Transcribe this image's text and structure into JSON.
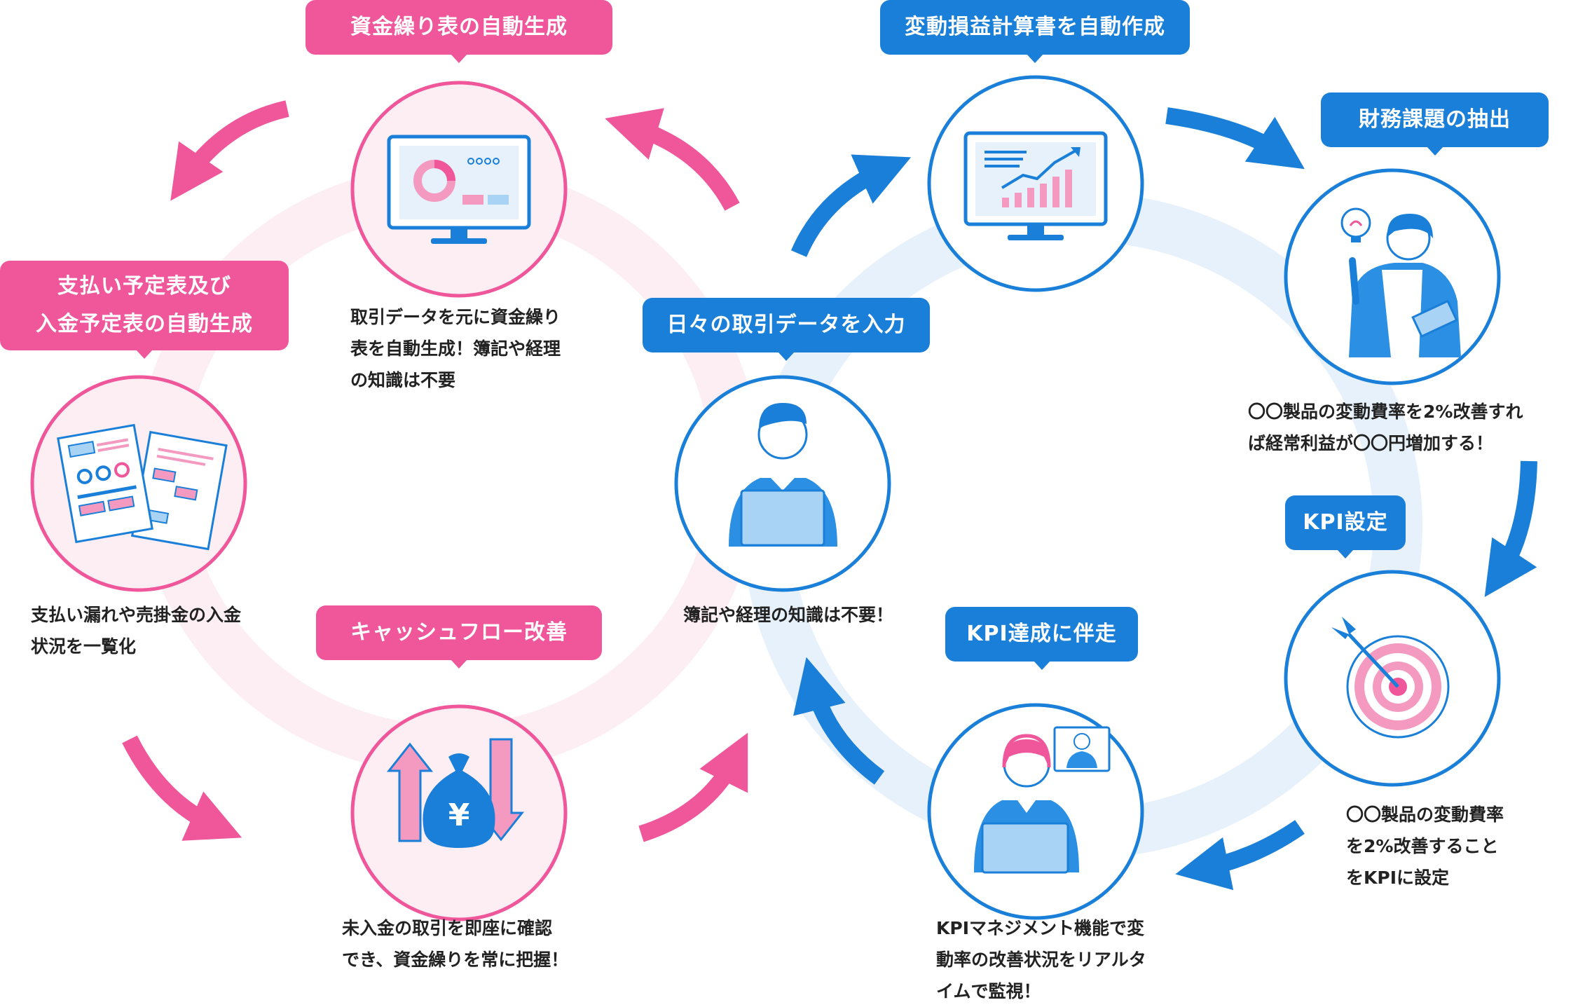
{
  "nodes": {
    "cashflow_table": {
      "title": "資金繰り表の自動生成",
      "desc": [
        "取引データを元に資金繰り",
        "表を自動生成！簿記や経理",
        "の知識は不要"
      ]
    },
    "schedule": {
      "title_lines": [
        "支払い予定表及び",
        "入金予定表の自動生成"
      ],
      "desc": [
        "支払い漏れや売掛金の入金",
        "状況を一覧化"
      ]
    },
    "cashflow_improve": {
      "title": "キャッシュフロー改善",
      "desc": [
        "未入金の取引を即座に確認",
        "でき、資金繰りを常に把握！"
      ]
    },
    "daily_input": {
      "title": "日々の取引データを入力",
      "desc": [
        "簿記や経理の知識は不要！"
      ]
    },
    "variable_pl": {
      "title": "変動損益計算書を自動作成"
    },
    "financial_issue": {
      "title": "財務課題の抽出",
      "desc": [
        "〇〇製品の変動費率を2%改善すれ",
        "ば経常利益が〇〇円増加する！"
      ]
    },
    "kpi_setting": {
      "title": "KPI設定",
      "desc": [
        "〇〇製品の変動費率",
        "を2%改善すること",
        "をKPIに設定"
      ]
    },
    "kpi_support": {
      "title": "KPI達成に伴走",
      "desc": [
        "KPIマネジメント機能で変",
        "動率の改善状況をリアルタ",
        "イムで監視！"
      ]
    }
  },
  "icons": {
    "cashflow_table": "monitor-donut-chart-icon",
    "schedule": "documents-icon",
    "cashflow_improve": "money-bag-yen-icon",
    "daily_input": "person-laptop-icon",
    "variable_pl": "monitor-bar-chart-icon",
    "financial_issue": "person-lightbulb-tablet-icon",
    "kpi_setting": "target-dart-icon",
    "kpi_support": "operator-headset-icon"
  },
  "colors": {
    "pink": "#f0579b",
    "blue": "#1a7fd8",
    "pink_ring": "#fdeef4",
    "blue_ring": "#e6f1fb"
  }
}
